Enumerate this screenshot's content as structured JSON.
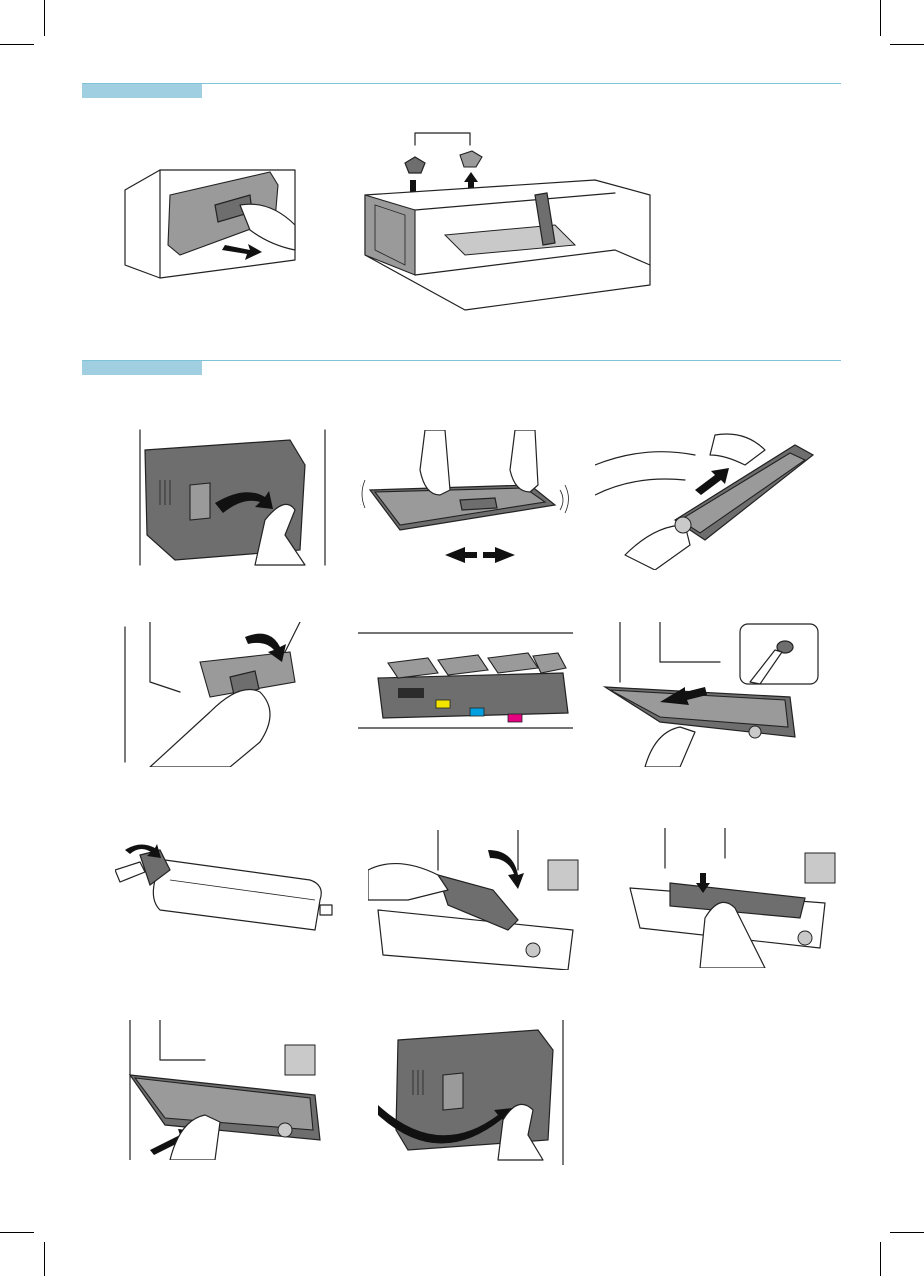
{
  "page": {
    "background": "#ffffff",
    "rule_color": "#7fc3d6",
    "tab_color": "#9fcfe0"
  },
  "sections": [
    {
      "name": "paper-tray-section",
      "figures": [
        "open-tray",
        "adjust-guides"
      ]
    },
    {
      "name": "toner-replacement-section",
      "figures": [
        "open-front-cover",
        "shake-cartridge",
        "remove-old-cartridge",
        "push-lever",
        "toner-slots",
        "pull-holder-out",
        "remove-cap",
        "insert-new-cartridge",
        "press-cartridge-down",
        "push-holder-in",
        "close-front-cover"
      ]
    }
  ],
  "toner_colors": {
    "black": "#2b2b2b",
    "yellow": "#f2e500",
    "cyan": "#00a0e0",
    "magenta": "#e4007f"
  }
}
